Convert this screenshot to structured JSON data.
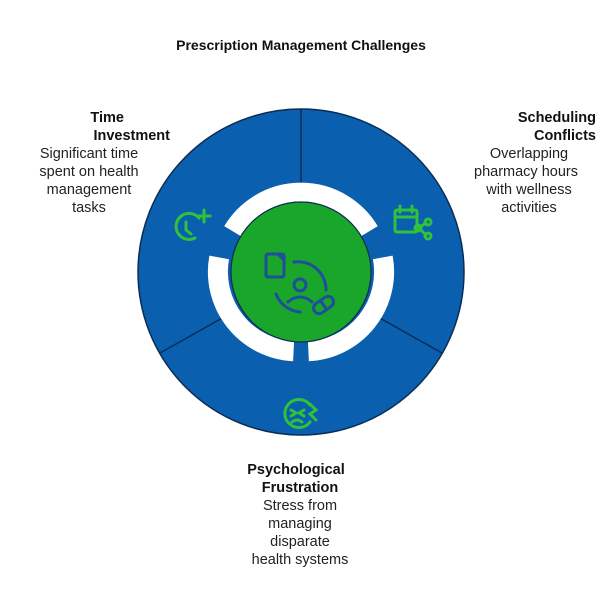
{
  "title": "Prescription Management Challenges",
  "segments": [
    {
      "heading": "Time Investment",
      "heading_line1": "Time",
      "heading_line2": "Investment",
      "body_lines": [
        "Significant time",
        "spent on health",
        "management",
        "tasks"
      ],
      "icon": "timer-plus-icon"
    },
    {
      "heading": "Scheduling Conflicts",
      "heading_line1": "Scheduling",
      "heading_line2": "Conflicts",
      "body_lines": [
        "Overlapping",
        "pharmacy hours",
        "with wellness",
        "activities"
      ],
      "icon": "calendar-share-icon"
    },
    {
      "heading": "Psychological Frustration",
      "heading_line1": "Psychological",
      "heading_line2": "Frustration",
      "body_lines": [
        "Stress from",
        "managing",
        "disparate",
        "health systems"
      ],
      "icon": "stressed-face-icon"
    }
  ],
  "center_icon": "document-person-pill-icon",
  "colors": {
    "ring": "#0a5fae",
    "center": "#1aa62a",
    "icon_green": "#2fc23a",
    "center_icon": "#1f4e9e",
    "divider": "#0b2d55"
  }
}
